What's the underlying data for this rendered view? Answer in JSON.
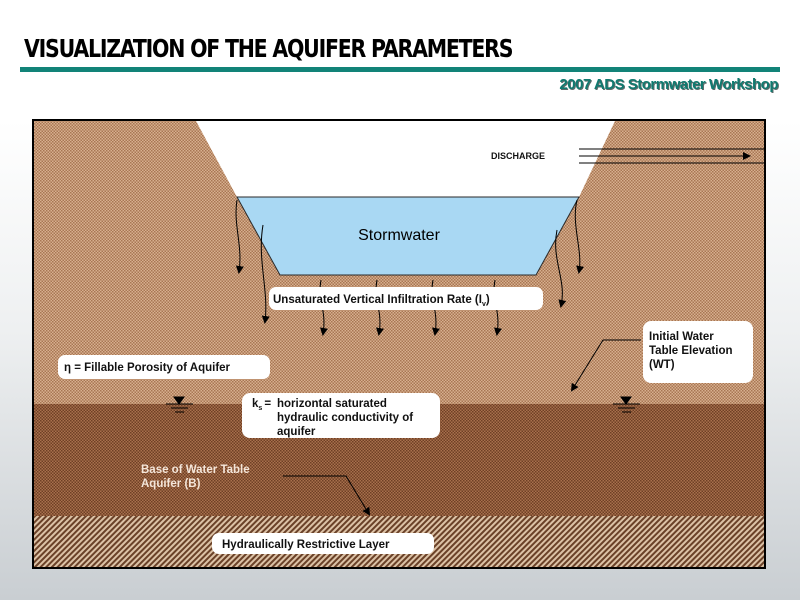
{
  "slide": {
    "title": "VISUALIZATION OF THE AQUIFER PARAMETERS",
    "subtitle": "2007 ADS Stormwater Workshop"
  },
  "diagram": {
    "discharge": "DISCHARGE",
    "stormwater": "Stormwater",
    "infiltration_label": "Unsaturated Vertical Infiltration Rate (I",
    "infiltration_sub": "v",
    "infiltration_close": ")",
    "porosity_label": "η = Fillable Porosity of Aquifer",
    "ks_symbol": "k",
    "ks_sub": "s",
    "ks_eq": "=",
    "ks_lines": [
      "horizontal saturated",
      "hydraulic conductivity of",
      "aquifer"
    ],
    "wt_lines": [
      "Initial Water",
      "Table Elevation",
      "(WT)"
    ],
    "base_lines": [
      "Base of Water Table",
      "Aquifer (B)"
    ],
    "restrictive_label": "Hydraulically Restrictive Layer"
  },
  "colors": {
    "accent": "#128378",
    "soil": "#c69b78",
    "aquifer": "#96603f",
    "water": "#a9d8f3"
  }
}
